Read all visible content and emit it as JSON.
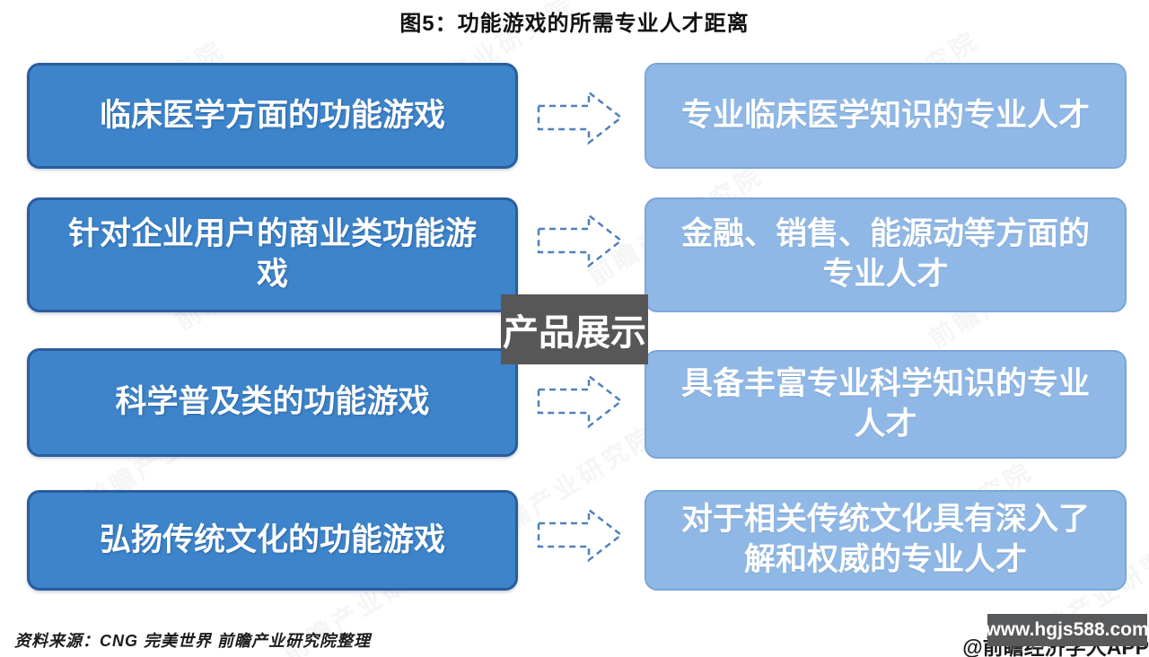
{
  "title": "图5：功能游戏的所需专业人才距离",
  "flow_rows": [
    {
      "source": "临床医学方面的功能游戏",
      "target": "专业临床医学知识的专业人才"
    },
    {
      "source": "针对企业用户的商业类功能游戏",
      "target": "金融、销售、能源动等方面的专业人才"
    },
    {
      "source": "科学普及类的功能游戏",
      "target": "具备丰富专业科学知识的专业人才"
    },
    {
      "source": "弘扬传统文化的功能游戏",
      "target": "对于相关传统文化具有深入了解和权威的专业人才"
    }
  ],
  "overlays": {
    "center_watermark": "产品展示",
    "url_watermark": "www.hgjs588.com"
  },
  "footer": {
    "source_note": "资料来源：CNG 完美世界 前瞻产业研究院整理",
    "credit": "@前瞻经济学人APP"
  },
  "background_watermark_text": "前瞻产业研究院",
  "colors": {
    "left_box_fill": "#3d84cb",
    "left_box_border": "#2a5d9e",
    "right_box_fill": "#90b8e6",
    "right_box_border": "#7aa6d9",
    "arrow_stroke": "#4f81bd",
    "overlay_bg": "#575757",
    "url_overlay_bg": "#58595b"
  }
}
